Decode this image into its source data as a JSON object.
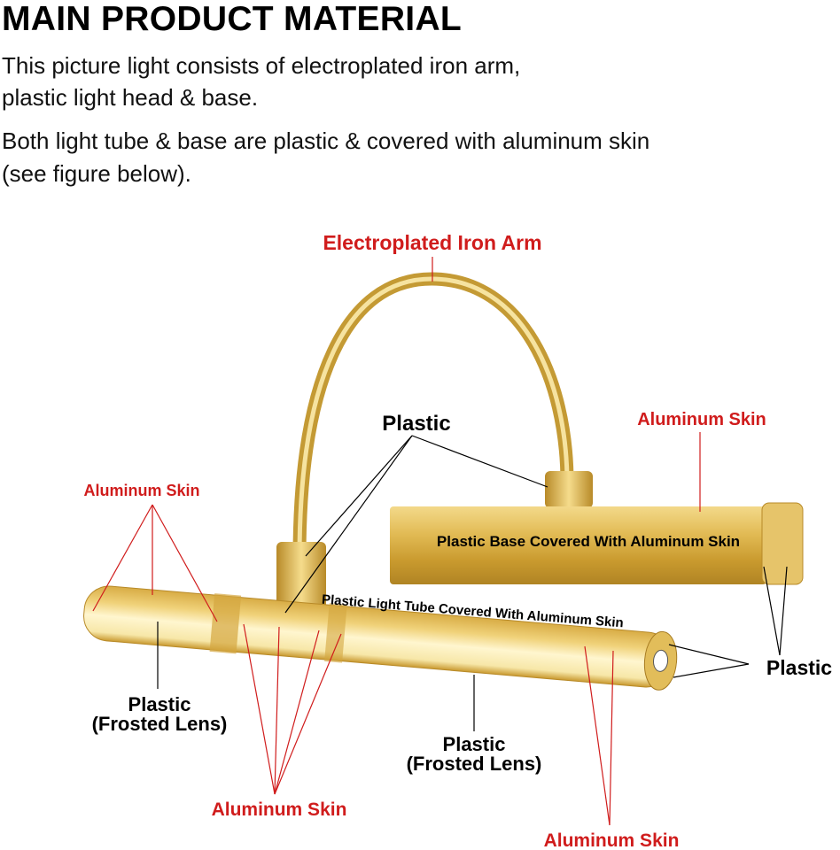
{
  "header": {
    "title": "MAIN PRODUCT MATERIAL",
    "para1_line1": "This picture light consists of electroplated iron arm,",
    "para1_line2": "plastic light head & base.",
    "para2_line1": "Both light tube & base are plastic & covered with aluminum skin",
    "para2_line2": "(see figure below)."
  },
  "diagram": {
    "arm_label": "Electroplated Iron Arm",
    "base_skin_label": "Aluminum Skin",
    "collar_label": "Plastic",
    "left_skin_label": "Aluminum Skin",
    "base_text": "Plastic Base Covered With Aluminum Skin",
    "tube_text": "Plastic Light Tube Covered With Aluminum Skin",
    "right_plastic_label": "Plastic",
    "lens_left_line1": "Plastic",
    "lens_left_line2": "(Frosted Lens)",
    "lens_mid_line1": "Plastic",
    "lens_mid_line2": "(Frosted Lens)",
    "bottom_skin_label": "Aluminum Skin",
    "bottom_right_skin_label": "Aluminum Skin",
    "colors": {
      "label_red": "#d01c1c",
      "gold": "#d9b24a"
    }
  }
}
